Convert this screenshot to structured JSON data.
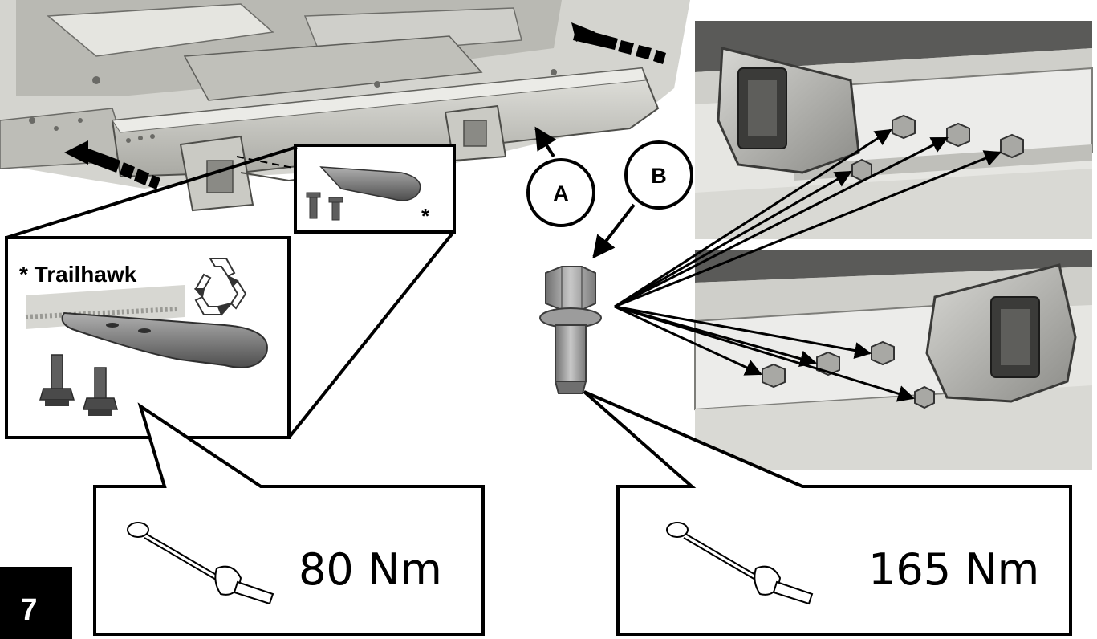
{
  "step": {
    "number": "7"
  },
  "callouts": {
    "a": "A",
    "b": "B"
  },
  "inset": {
    "title": "* Trailhawk",
    "marker": "*"
  },
  "torque": {
    "left": "80 Nm",
    "right": "165 Nm"
  },
  "icons": {
    "recycle": "recycle-icon",
    "torque_wrench": "torque-wrench-icon",
    "arrow": "direction-arrow-icon"
  },
  "colors": {
    "background": "#ffffff",
    "outline": "#000000",
    "part_gray": "#8a8a8a",
    "step_badge": "#000000"
  }
}
